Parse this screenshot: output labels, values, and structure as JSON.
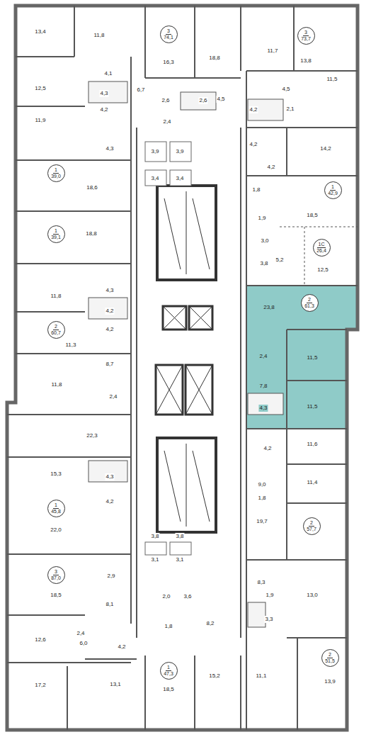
{
  "diagram": {
    "nodes": [
      {
        "text": [
          "3",
          "74,1"
        ]
      },
      {
        "text": [
          "3",
          "73,7"
        ]
      },
      {
        "text": [
          "1",
          "39,0"
        ]
      },
      {
        "text": [
          "1",
          "42,9"
        ]
      },
      {
        "text": [
          "1",
          "39,1"
        ]
      },
      {
        "text": [
          "1С",
          "26,4"
        ]
      },
      {
        "text": [
          "2",
          "61,3"
        ]
      },
      {
        "text": [
          "2",
          "60,7"
        ]
      },
      {
        "text": [
          "1",
          "45,8"
        ]
      },
      {
        "text": [
          "2",
          "57,7"
        ]
      },
      {
        "text": [
          "3",
          "87,0"
        ]
      },
      {
        "text": [
          "2",
          "51,5"
        ]
      },
      {
        "text": [
          "1",
          "47,3"
        ]
      }
    ],
    "labels": [
      "13,4",
      "11,8",
      "16,3",
      "18,8",
      "11,7",
      "13,8",
      "4,1",
      "12,5",
      "4,3",
      "6,7",
      "2,6",
      "2,6",
      "4,5",
      "4,5",
      "11,5",
      "4,2",
      "4,2",
      "2,1",
      "2,4",
      "11,9",
      "4,2",
      "14,2",
      "3,9",
      "3,9",
      "4,3",
      "4,2",
      "3,4",
      "3,4",
      "18,6",
      "1,8",
      "18,5",
      "1,9",
      "18,8",
      "3,0",
      "5,2",
      "3,8",
      "12,5",
      "4,3",
      "11,8",
      "23,8",
      "4,2",
      "4,2",
      "11,3",
      "2,4",
      "11,5",
      "8,7",
      "11,8",
      "7,8",
      "2,4",
      "4,3",
      "11,5",
      "22,3",
      "4,2",
      "11,6",
      "15,3",
      "4,3",
      "9,0",
      "11,4",
      "4,2",
      "1,8",
      "22,0",
      "19,7",
      "3,8",
      "3,8",
      "3,1",
      "3,1",
      "2,9",
      "8,3",
      "18,5",
      "13,0",
      "2,0",
      "3,6",
      "1,9",
      "8,1",
      "3,3",
      "8,2",
      "1,8",
      "2,4",
      "12,6",
      "6,0",
      "4,2",
      "17,2",
      "13,1",
      "18,5",
      "15,2",
      "11,1",
      "13,9"
    ]
  }
}
